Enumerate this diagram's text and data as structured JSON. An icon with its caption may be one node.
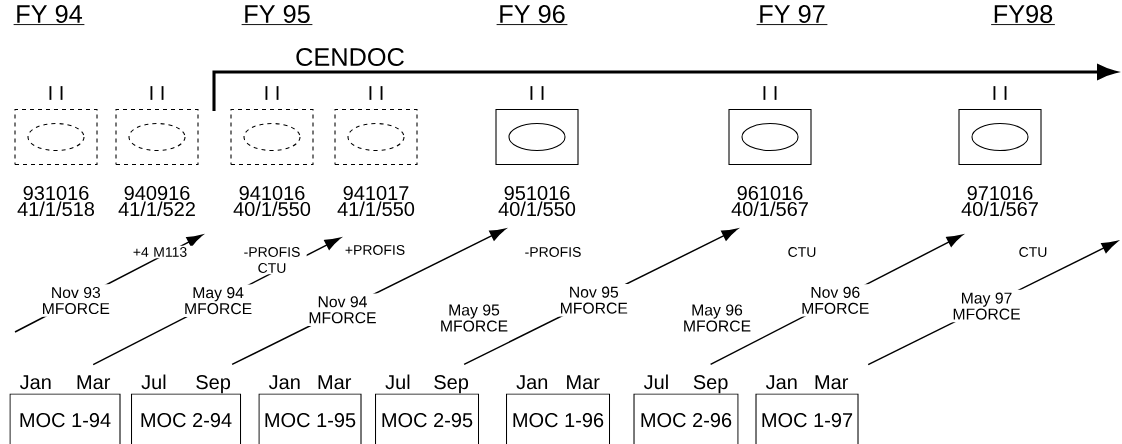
{
  "diagram": {
    "nodes": [
      {
        "text": [
          "I I"
        ],
        "beside": [
          "931016 41/1/518"
        ]
      },
      {
        "text": [
          "I I"
        ],
        "beside": [
          "940916 41/1/522"
        ]
      },
      {
        "text": [
          "I I"
        ],
        "beside": [
          "941016 40/1/550"
        ]
      },
      {
        "text": [
          "I I"
        ],
        "beside": [
          "941017 41/1/550"
        ]
      },
      {
        "text": [
          "I I"
        ],
        "beside": [
          "951016 40/1/550"
        ]
      },
      {
        "text": [
          "I I"
        ],
        "beside": [
          "961016 40/1/567"
        ]
      },
      {
        "text": [
          "I I"
        ],
        "beside": [
          "971016 40/1/567"
        ]
      },
      {
        "text": [
          "MOC 1-94"
        ],
        "beside": [
          "Jan",
          "Mar"
        ]
      },
      {
        "text": [
          "MOC 2-94"
        ],
        "beside": [
          "Jul",
          "Sep"
        ]
      },
      {
        "text": [
          "MOC 1-95"
        ],
        "beside": [
          "Jan",
          "Mar"
        ]
      },
      {
        "text": [
          "MOC 2-95"
        ],
        "beside": [
          "Jul",
          "Sep"
        ]
      },
      {
        "text": [
          "MOC 1-96"
        ],
        "beside": [
          "Jan",
          "Mar"
        ]
      },
      {
        "text": [
          "MOC 2-96"
        ],
        "beside": [
          "Jul",
          "Sep"
        ]
      },
      {
        "text": [
          "MOC 1-97"
        ],
        "beside": [
          "Jan",
          "Mar"
        ]
      }
    ],
    "edges": [
      {
        "from": null,
        "to": 1,
        "arrow": "to",
        "label": "Nov 93 MFORCE"
      },
      {
        "from": 7,
        "to": 3,
        "arrow": "to",
        "label": "May 94 MFORCE"
      },
      {
        "from": 8,
        "to": 4,
        "arrow": "to",
        "label": "Nov 94 MFORCE"
      },
      {
        "from": 10,
        "to": 5,
        "arrow": "to",
        "label": "Nov 95 MFORCE"
      },
      {
        "from": 12,
        "to": 6,
        "arrow": "to",
        "label": "Nov 96 MFORCE"
      },
      {
        "from": 13,
        "to": null,
        "arrow": "to",
        "label": "May 97 MFORCE"
      }
    ],
    "labels": [
      "FY 94",
      "FY 95",
      "FY 96",
      "FY 97",
      "FY98",
      "CENDOC",
      "+4 M113",
      "-PROFIS CTU",
      "+PROFIS",
      "-PROFIS",
      "CTU",
      "CTU",
      "May 95 MFORCE",
      "May 96 MFORCE"
    ]
  }
}
